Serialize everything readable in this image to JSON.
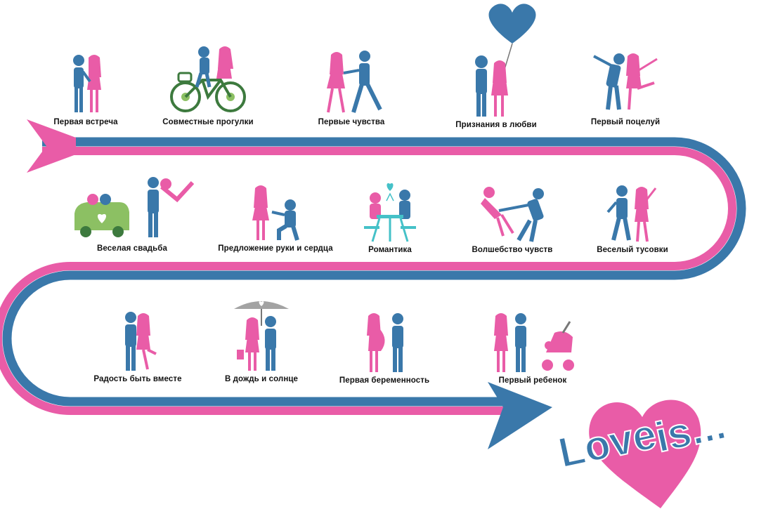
{
  "colors": {
    "blue": "#3a78aa",
    "pink": "#e95ca7",
    "green": "#8cc063",
    "teal": "#45c1c8",
    "grey": "#a3a3a3"
  },
  "stages": [
    {
      "label": "Первая встреча",
      "icon": "couple-holding-hands-icon"
    },
    {
      "label": "Совместные прогулки",
      "icon": "couple-on-bicycle-icon"
    },
    {
      "label": "Первые чувства",
      "icon": "couple-walking-icon"
    },
    {
      "label": "Признания в любви",
      "icon": "couple-with-heart-balloon-icon"
    },
    {
      "label": "Первый поцелуй",
      "icon": "couple-kissing-icon"
    },
    {
      "label": "Веселая свадьба",
      "icon": "wedding-car-couple-icon"
    },
    {
      "label": "Предложение руки и сердца",
      "icon": "marriage-proposal-icon"
    },
    {
      "label": "Романтика",
      "icon": "cafe-date-icon"
    },
    {
      "label": "Волшебство чувств",
      "icon": "couple-flying-icon"
    },
    {
      "label": "Веселый тусовки",
      "icon": "couple-dancing-icon"
    },
    {
      "label": "Радость быть вместе",
      "icon": "couple-hugging-icon"
    },
    {
      "label": "В дождь и солнце",
      "icon": "couple-under-umbrella-icon"
    },
    {
      "label": "Первая беременность",
      "icon": "pregnant-couple-icon"
    },
    {
      "label": "Первый ребенок",
      "icon": "couple-with-stroller-icon"
    }
  ],
  "logo": {
    "text": "Love is...",
    "icon": "pink-heart-icon"
  }
}
